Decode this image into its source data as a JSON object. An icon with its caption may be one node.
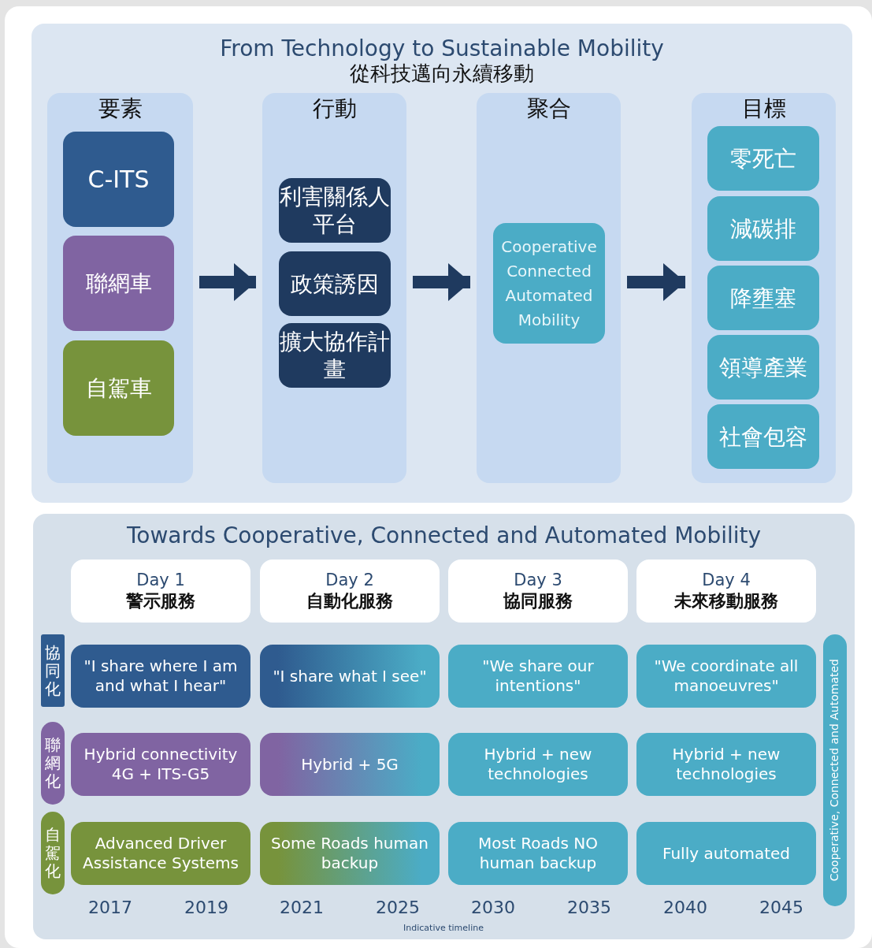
{
  "diagram": {
    "nodes": [
      {
        "text": [
          "From Technology to Sustainable Mobility",
          "從科技邁向永續移動"
        ]
      },
      {
        "text": [
          "要素"
        ],
        "in": 0
      },
      {
        "text": [
          "C-ITS"
        ],
        "in": 1
      },
      {
        "text": [
          "聯網車"
        ],
        "in": 1
      },
      {
        "text": [
          "自駕車"
        ],
        "in": 1
      },
      {
        "text": [
          "行動"
        ],
        "in": 0
      },
      {
        "text": [
          "利害關係人平台"
        ],
        "in": 5
      },
      {
        "text": [
          "政策誘因"
        ],
        "in": 5
      },
      {
        "text": [
          "擴大協作計畫"
        ],
        "in": 5
      },
      {
        "text": [
          "聚合"
        ],
        "in": 0
      },
      {
        "text": [
          "Cooperative Connected Automated Mobility"
        ],
        "in": 9
      },
      {
        "text": [
          "目標"
        ],
        "in": 0
      },
      {
        "text": [
          "零死亡"
        ],
        "in": 11
      },
      {
        "text": [
          "減碳排"
        ],
        "in": 11
      },
      {
        "text": [
          "降壅塞"
        ],
        "in": 11
      },
      {
        "text": [
          "領導產業"
        ],
        "in": 11
      },
      {
        "text": [
          "社會包容"
        ],
        "in": 11
      },
      {
        "text": [
          "Towards Cooperative, Connected and Automated Mobility"
        ]
      },
      {
        "text": [
          "Day 1",
          "警示服務"
        ],
        "in": 17
      },
      {
        "text": [
          "Day 2",
          "自動化服務"
        ],
        "in": 17
      },
      {
        "text": [
          "Day 3",
          "協同服務"
        ],
        "in": 17
      },
      {
        "text": [
          "Day 4",
          "未來移動服務"
        ],
        "in": 17
      },
      {
        "text": [
          "協同化"
        ],
        "in": 17
      },
      {
        "text": [
          "\"I share where I am and what I hear\""
        ],
        "in": 17
      },
      {
        "text": [
          "\"I share what I see\""
        ],
        "in": 17
      },
      {
        "text": [
          "\"We share our intentions\""
        ],
        "in": 17
      },
      {
        "text": [
          "\"We coordinate all manoeuvres\""
        ],
        "in": 17
      },
      {
        "text": [
          "聯網化"
        ],
        "in": 17
      },
      {
        "text": [
          "Hybrid connectivity 4G + ITS-G5"
        ],
        "in": 17
      },
      {
        "text": [
          "Hybrid + 5G"
        ],
        "in": 17
      },
      {
        "text": [
          "Hybrid + new technologies"
        ],
        "in": 17
      },
      {
        "text": [
          "Hybrid + new technologies"
        ],
        "in": 17
      },
      {
        "text": [
          "自駕化"
        ],
        "in": 17
      },
      {
        "text": [
          "Advanced Driver Assistance Systems"
        ],
        "in": 17
      },
      {
        "text": [
          "Some Roads human backup"
        ],
        "in": 17
      },
      {
        "text": [
          "Most Roads NO human backup"
        ],
        "in": 17
      },
      {
        "text": [
          "Fully automated"
        ],
        "in": 17
      },
      {
        "text": [
          "Cooperative, Connected and Automated"
        ],
        "in": 17
      }
    ],
    "edges": [
      {
        "from": 1,
        "to": 5,
        "arrow": "to"
      },
      {
        "from": 5,
        "to": 9,
        "arrow": "to"
      },
      {
        "from": 9,
        "to": 11,
        "arrow": "to"
      }
    ],
    "labels": [
      "2017",
      "2019",
      "2021",
      "2025",
      "2030",
      "2035",
      "2040",
      "2045",
      "Indicative timeline"
    ]
  }
}
